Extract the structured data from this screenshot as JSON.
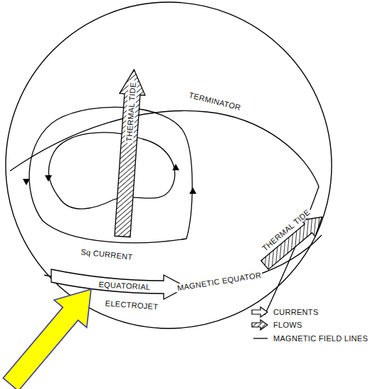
{
  "diagram": {
    "labels": [
      "TERMINATOR",
      "THERMAL TIDE",
      "Sq CURRENT",
      "EQUATORIAL",
      "ELECTROJET",
      "MAGNETIC EQUATOR",
      "THERMAL TIDE"
    ],
    "legend": [
      {
        "text": "CURRENTS"
      },
      {
        "text": "FLOWS"
      },
      {
        "text": "MAGNETIC FIELD LINES"
      }
    ]
  }
}
